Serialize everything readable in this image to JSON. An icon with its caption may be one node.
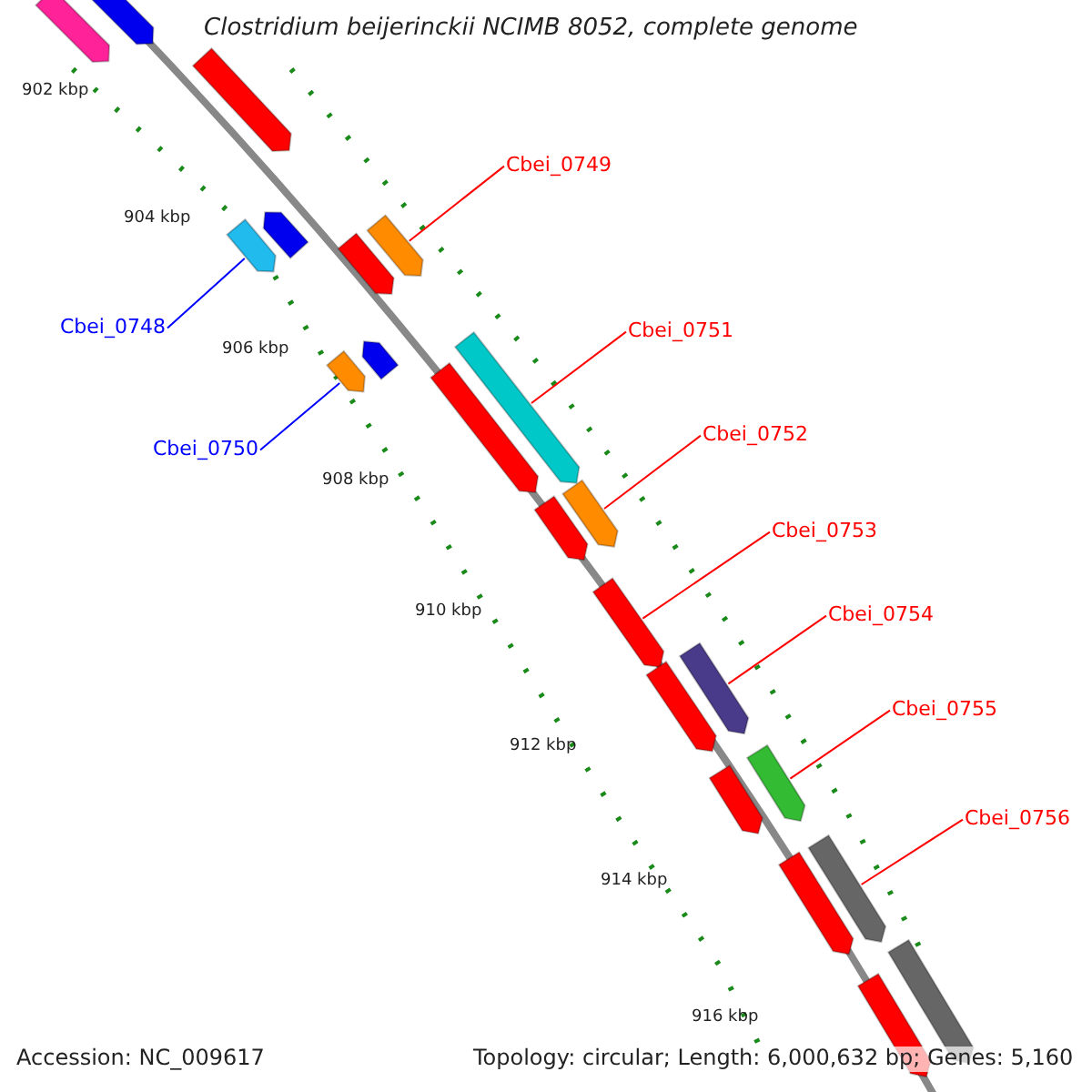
{
  "diagram": {
    "title": "Clostridium beijerinckii NCIMB 8052, complete genome",
    "nodes": [
      {
        "text": [
          "Cbei_0749"
        ]
      },
      {
        "text": [],
        "shape": "bar"
      },
      {
        "text": [
          "Cbei_0748"
        ]
      },
      {
        "text": [],
        "shape": "bar"
      },
      {
        "text": [
          "Cbei_0751"
        ]
      },
      {
        "text": [],
        "shape": "bar"
      },
      {
        "text": [
          "Cbei_0752"
        ]
      },
      {
        "text": [],
        "shape": "bar"
      },
      {
        "text": [
          "Cbei_0750"
        ]
      },
      {
        "text": [],
        "shape": "bar"
      },
      {
        "text": [
          "Cbei_0753"
        ]
      },
      {
        "text": [],
        "shape": "bar"
      },
      {
        "text": [
          "Cbei_0754"
        ]
      },
      {
        "text": [],
        "shape": "bar"
      },
      {
        "text": [
          "Cbei_0755"
        ]
      },
      {
        "text": [],
        "shape": "bar"
      },
      {
        "text": [
          "Cbei_0756"
        ]
      },
      {
        "text": [],
        "shape": "bar"
      },
      {
        "text": [],
        "shape": "bar"
      },
      {
        "text": [],
        "shape": "bar"
      },
      {
        "text": [],
        "shape": "bar"
      },
      {
        "text": [],
        "shape": "bar"
      },
      {
        "text": [],
        "shape": "bar"
      },
      {
        "text": [],
        "shape": "bar"
      },
      {
        "text": [],
        "shape": "bar"
      },
      {
        "text": [],
        "shape": "bar"
      },
      {
        "text": [],
        "shape": "bar"
      },
      {
        "text": [],
        "shape": "bar"
      },
      {
        "text": [],
        "shape": "bar"
      },
      {
        "text": [],
        "shape": "bar"
      },
      {
        "text": [],
        "shape": "bar"
      }
    ],
    "edges": [
      {
        "from": 0,
        "to": 1,
        "arrow": "none"
      },
      {
        "from": 2,
        "to": 3,
        "arrow": "none",
        "color": "#0000ff"
      },
      {
        "from": 4,
        "to": 5,
        "arrow": "none"
      },
      {
        "from": 6,
        "to": 7,
        "arrow": "none"
      },
      {
        "from": 8,
        "to": 9,
        "arrow": "none",
        "color": "#0000ff"
      },
      {
        "from": 10,
        "to": 11,
        "arrow": "none"
      },
      {
        "from": 12,
        "to": 13,
        "arrow": "none"
      },
      {
        "from": 14,
        "to": 15,
        "arrow": "none"
      },
      {
        "from": 16,
        "to": 17,
        "arrow": "none"
      }
    ],
    "labels": [
      "902 kbp",
      "904 kbp",
      "906 kbp",
      "908 kbp",
      "910 kbp",
      "912 kbp",
      "914 kbp",
      "916 kbp",
      "Accession: NC_009617",
      "Topology: circular; Length: 6,000,632 bp; Genes: 5,160"
    ]
  }
}
